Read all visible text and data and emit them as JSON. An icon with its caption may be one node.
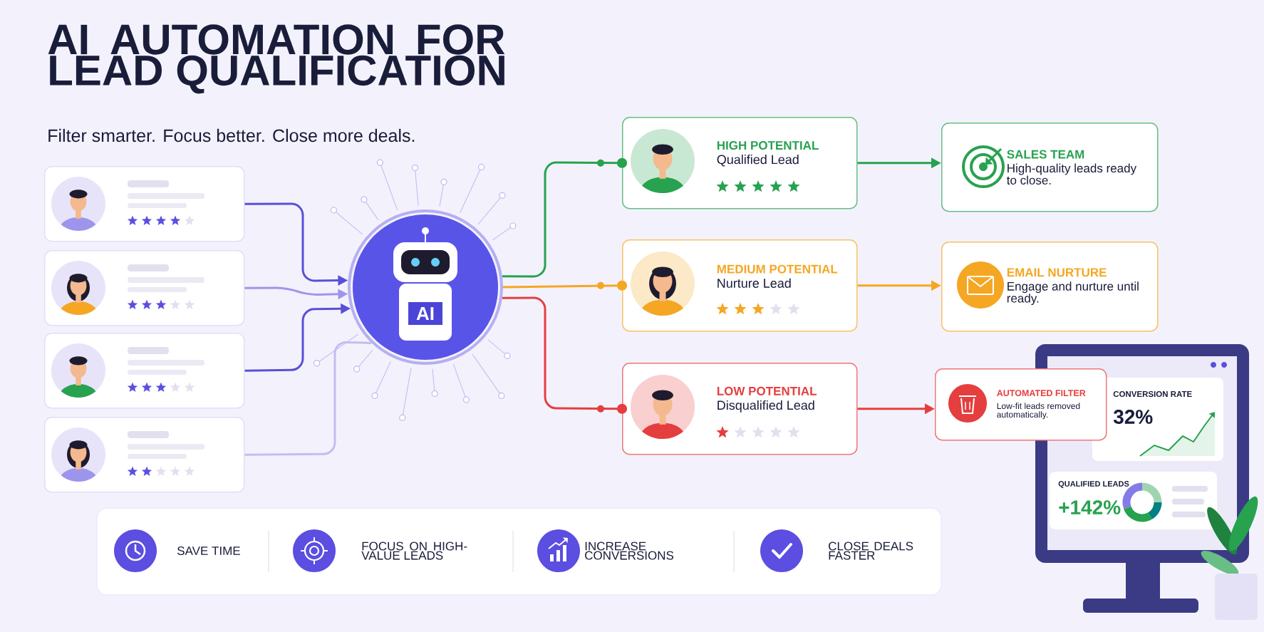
{
  "diagram": {
    "title": "AI AUTOMATION FOR LEAD QUALIFICATION",
    "nodes": [
      {
        "text": [],
        "shape": "box"
      },
      {
        "text": [],
        "shape": "box"
      },
      {
        "text": [],
        "shape": "box"
      },
      {
        "text": [],
        "shape": "box"
      },
      {
        "text": [
          "AI"
        ]
      },
      {
        "text": [
          "HIGH POTENTIAL",
          "Qualified Lead"
        ]
      },
      {
        "text": [
          "MEDIUM POTENTIAL",
          "Nurture Lead"
        ]
      },
      {
        "text": [
          "LOW POTENTIAL",
          "Disqualified Lead"
        ]
      },
      {
        "text": [
          "SALES TEAM",
          "High-quality leads ready to close."
        ]
      },
      {
        "text": [
          "EMAIL NURTURE",
          "Engage and nurture until ready."
        ]
      },
      {
        "text": [
          "AUTOMATED FILTER",
          "Low-fit leads removed automatically."
        ]
      }
    ],
    "edges": [
      {
        "from": 0,
        "to": 4,
        "arrow": "to",
        "color": "#5a4fd8"
      },
      {
        "from": 1,
        "to": 4,
        "arrow": "to",
        "color": "#9f95ec"
      },
      {
        "from": 2,
        "to": 4,
        "arrow": "to",
        "color": "#5a4fd8"
      },
      {
        "from": 3,
        "to": 4,
        "arrow": "none",
        "color": "#c3bdf2"
      },
      {
        "from": 4,
        "to": 5,
        "arrow": "other",
        "color": "#27a24f"
      },
      {
        "from": 4,
        "to": 6,
        "arrow": "other",
        "color": "#f5a623"
      },
      {
        "from": 4,
        "to": 7,
        "arrow": "other",
        "color": "#e53e3e"
      },
      {
        "from": 5,
        "to": 8,
        "arrow": "to",
        "color": "#27a24f"
      },
      {
        "from": 6,
        "to": 9,
        "arrow": "to",
        "color": "#f5a623"
      },
      {
        "from": 7,
        "to": 10,
        "arrow": "to",
        "color": "#e53e3e"
      }
    ],
    "labels": [
      "Filter smarter. Focus better. Close more deals.",
      "CONVERSION RATE",
      "32%",
      "QUALIFIED LEADS",
      "+142%",
      "SAVE TIME",
      "FOCUS ON HIGH-VALUE LEADS",
      "INCREASE CONVERSIONS",
      "CLOSE DEALS FASTER"
    ]
  }
}
